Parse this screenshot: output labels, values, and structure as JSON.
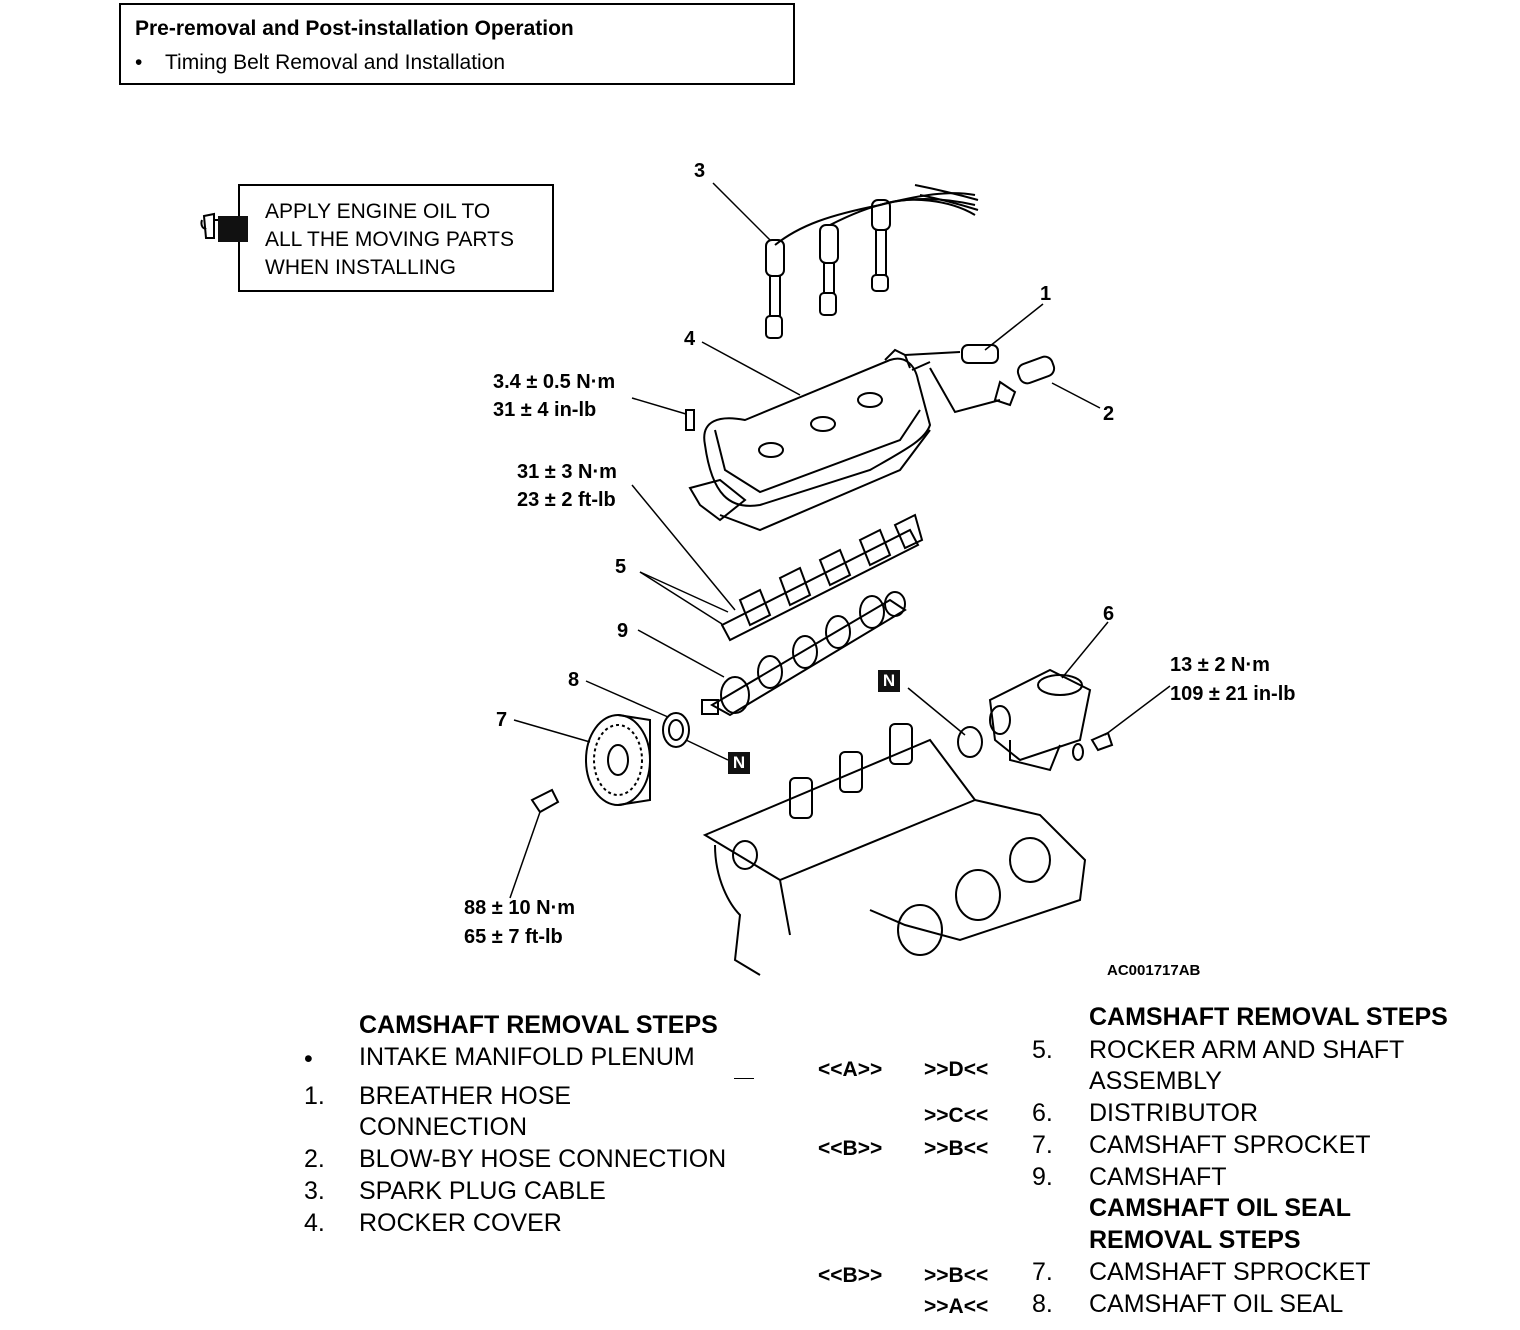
{
  "prebox": {
    "title": "Pre-removal and Post-installation Operation",
    "bullet": "•",
    "item": "Timing Belt Removal and Installation"
  },
  "oil_note": {
    "icon": "oil-can-icon",
    "lines": [
      "APPLY ENGINE OIL TO",
      "ALL THE MOVING PARTS",
      "WHEN INSTALLING"
    ]
  },
  "callouts": {
    "n1": "1",
    "n2": "2",
    "n3": "3",
    "n4": "4",
    "n5": "5",
    "n6": "6",
    "n7": "7",
    "n8": "8",
    "n9": "9"
  },
  "torques": {
    "rocker_bolt": [
      "3.4 ± 0.5 N·m",
      "31 ± 4 in-lb"
    ],
    "rocker_shaft": [
      "31 ± 3 N·m",
      "23 ± 2 ft-lb"
    ],
    "distributor": [
      "13 ± 2 N·m",
      "109 ± 21 in-lb"
    ],
    "sprocket": [
      "88 ± 10 N·m",
      "65 ± 7 ft-lb"
    ]
  },
  "new_part_mark": "N",
  "figure_id": "AC001717AB",
  "left_steps": {
    "heading": "CAMSHAFT REMOVAL STEPS",
    "rows": [
      {
        "n": "•",
        "text": "INTAKE MANIFOLD PLENUM"
      },
      {
        "n": "1.",
        "text": "BREATHER HOSE"
      },
      {
        "n": "",
        "text": "CONNECTION"
      },
      {
        "n": "2.",
        "text": "BLOW-BY HOSE CONNECTION"
      },
      {
        "n": "3.",
        "text": "SPARK PLUG CABLE"
      },
      {
        "n": "4.",
        "text": "ROCKER COVER"
      }
    ]
  },
  "right_steps": {
    "heading1": "CAMSHAFT REMOVAL STEPS",
    "rows": [
      {
        "r": "<<A>>",
        "i": ">>D<<",
        "n": "5.",
        "text": "ROCKER ARM AND SHAFT"
      },
      {
        "r": "",
        "i": "",
        "n": "",
        "text": "ASSEMBLY"
      },
      {
        "r": "",
        "i": ">>C<<",
        "n": "6.",
        "text": "DISTRIBUTOR"
      },
      {
        "r": "<<B>>",
        "i": ">>B<<",
        "n": "7.",
        "text": "CAMSHAFT SPROCKET"
      },
      {
        "r": "",
        "i": "",
        "n": "9.",
        "text": "CAMSHAFT"
      }
    ],
    "heading2a": "CAMSHAFT OIL SEAL",
    "heading2b": "REMOVAL STEPS",
    "rows2": [
      {
        "r": "<<B>>",
        "i": ">>B<<",
        "n": "7.",
        "text": "CAMSHAFT SPROCKET"
      },
      {
        "r": "",
        "i": ">>A<<",
        "n": "8.",
        "text": "CAMSHAFT OIL SEAL"
      }
    ]
  }
}
